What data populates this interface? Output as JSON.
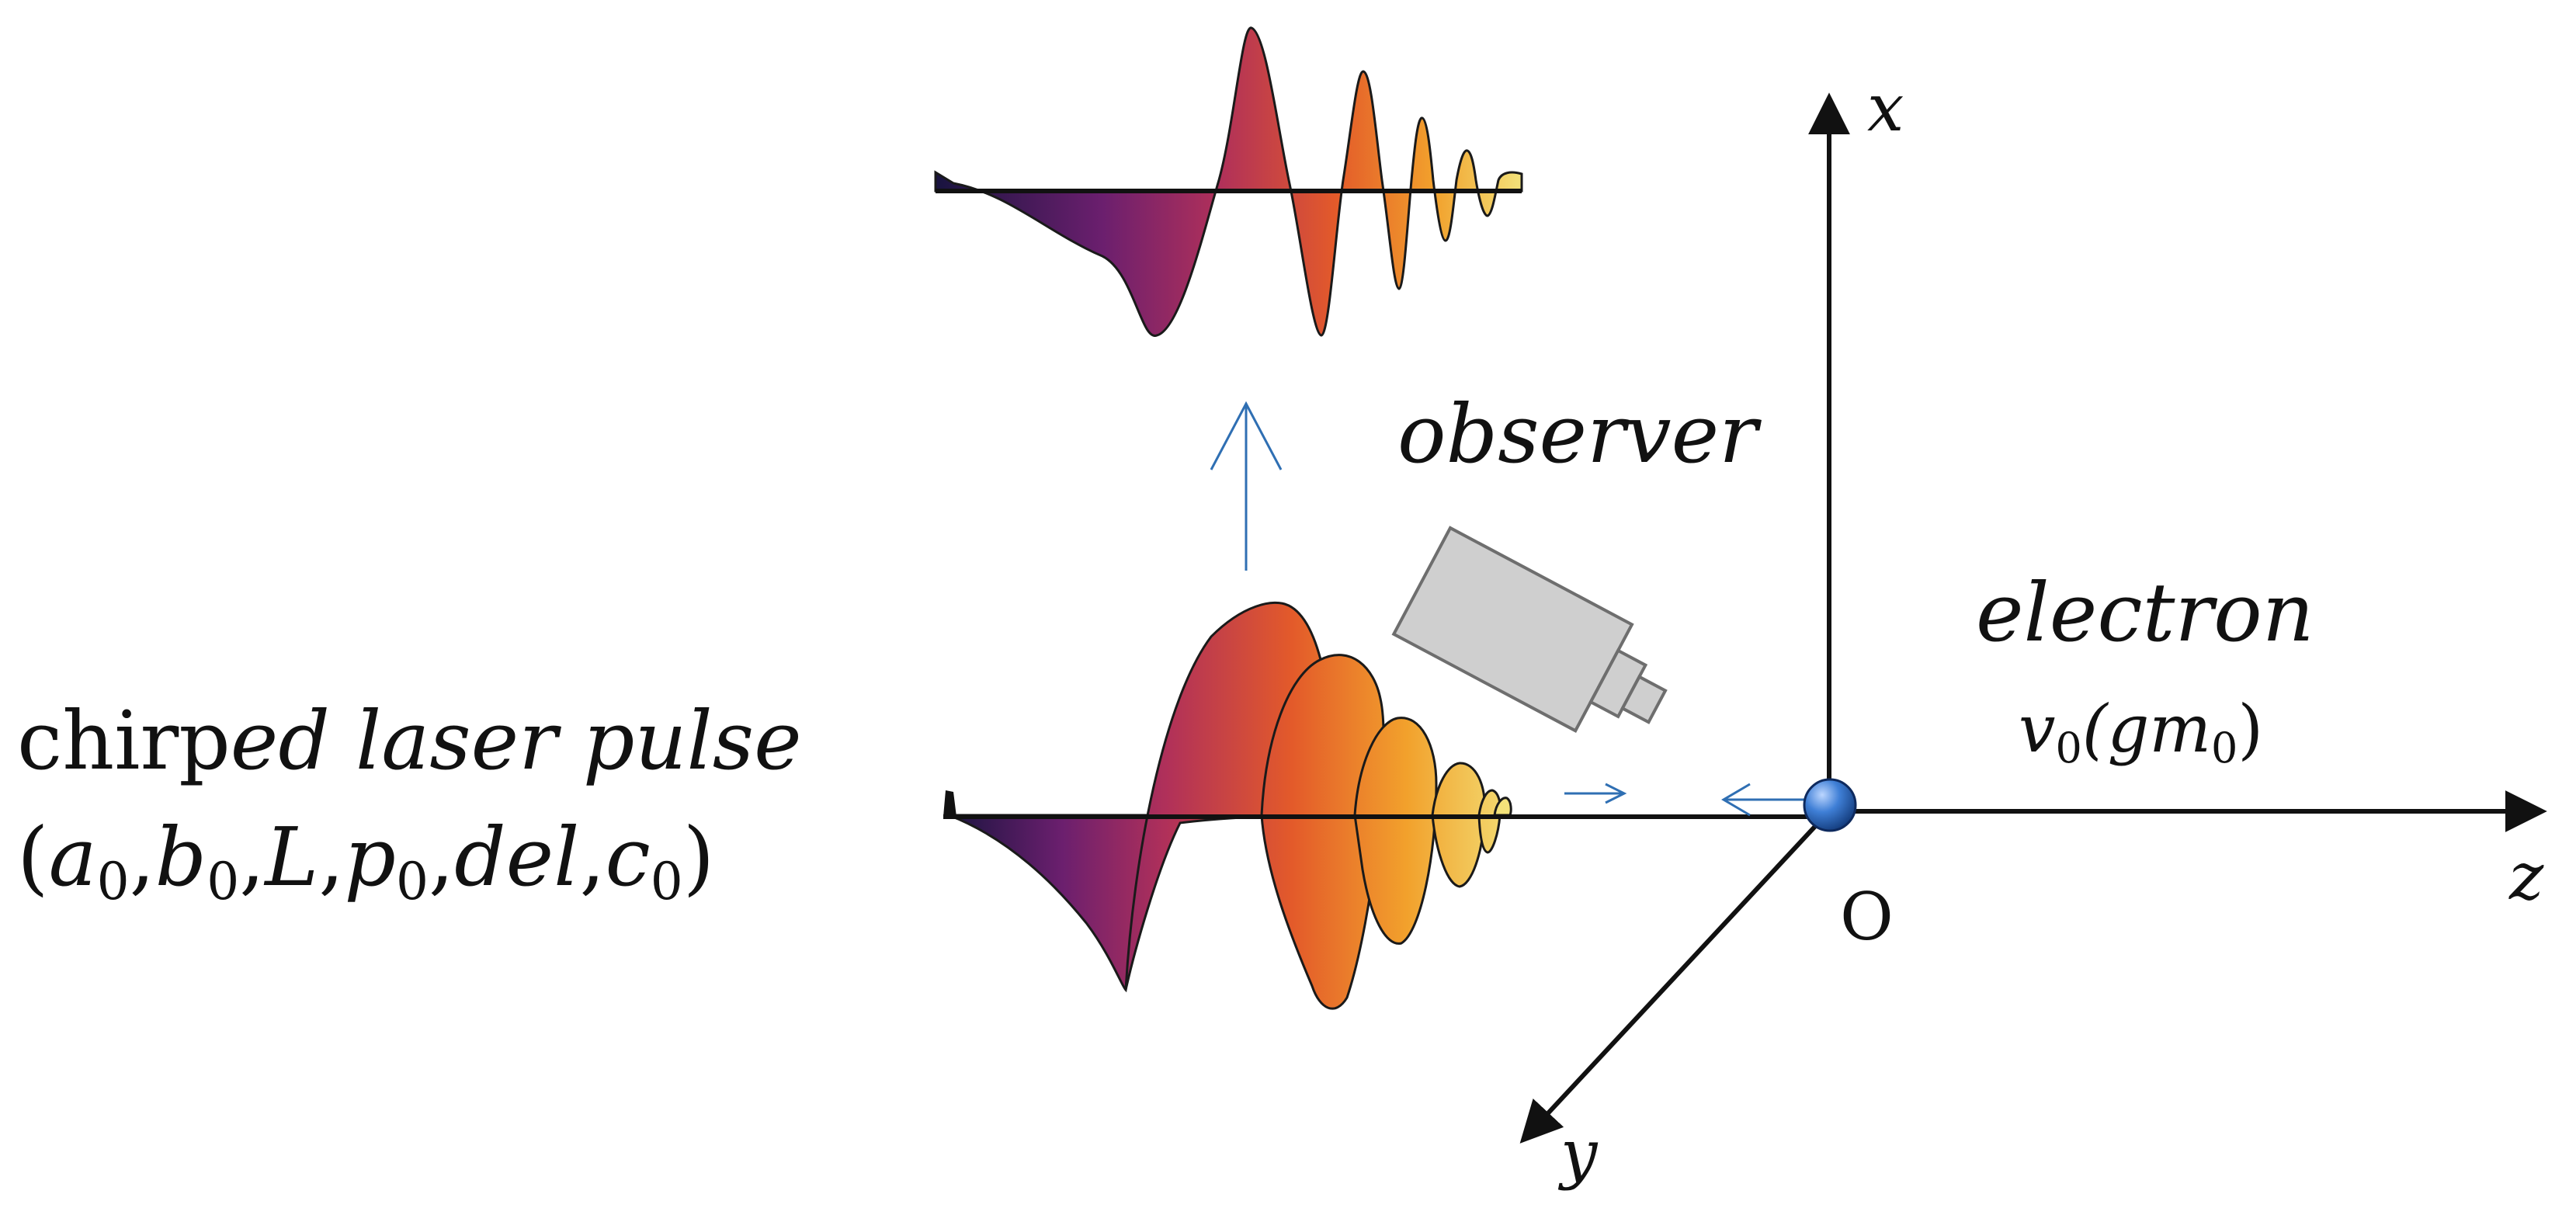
{
  "labels": {
    "axis_x": "x",
    "axis_y": "y",
    "axis_z": "z",
    "origin": "O",
    "observer": "observer",
    "electron": "electron",
    "electron_velocity": "v",
    "electron_velocity_sub": "0",
    "electron_mass_open": "(gm",
    "electron_mass_sub": "0",
    "electron_mass_close": ")",
    "pulse_title_plain": "chirp",
    "pulse_title_italic": "ed laser pulse",
    "params": {
      "open": "(",
      "a": "a",
      "b": "b",
      "L": "L",
      "p": "p",
      "del": "del",
      "c": "c",
      "sub": "0",
      "comma": ",",
      "close": ")"
    }
  },
  "colors": {
    "axis": "#111111",
    "arrow_blue": "#2f6fb3",
    "camera_fill": "#cfcfcf",
    "camera_stroke": "#6e6e6e",
    "electron": "#2a63b8",
    "gradient": [
      "#1a1440",
      "#6b1f6e",
      "#b0305a",
      "#e35a2a",
      "#f2a12c",
      "#f3e27a"
    ]
  }
}
